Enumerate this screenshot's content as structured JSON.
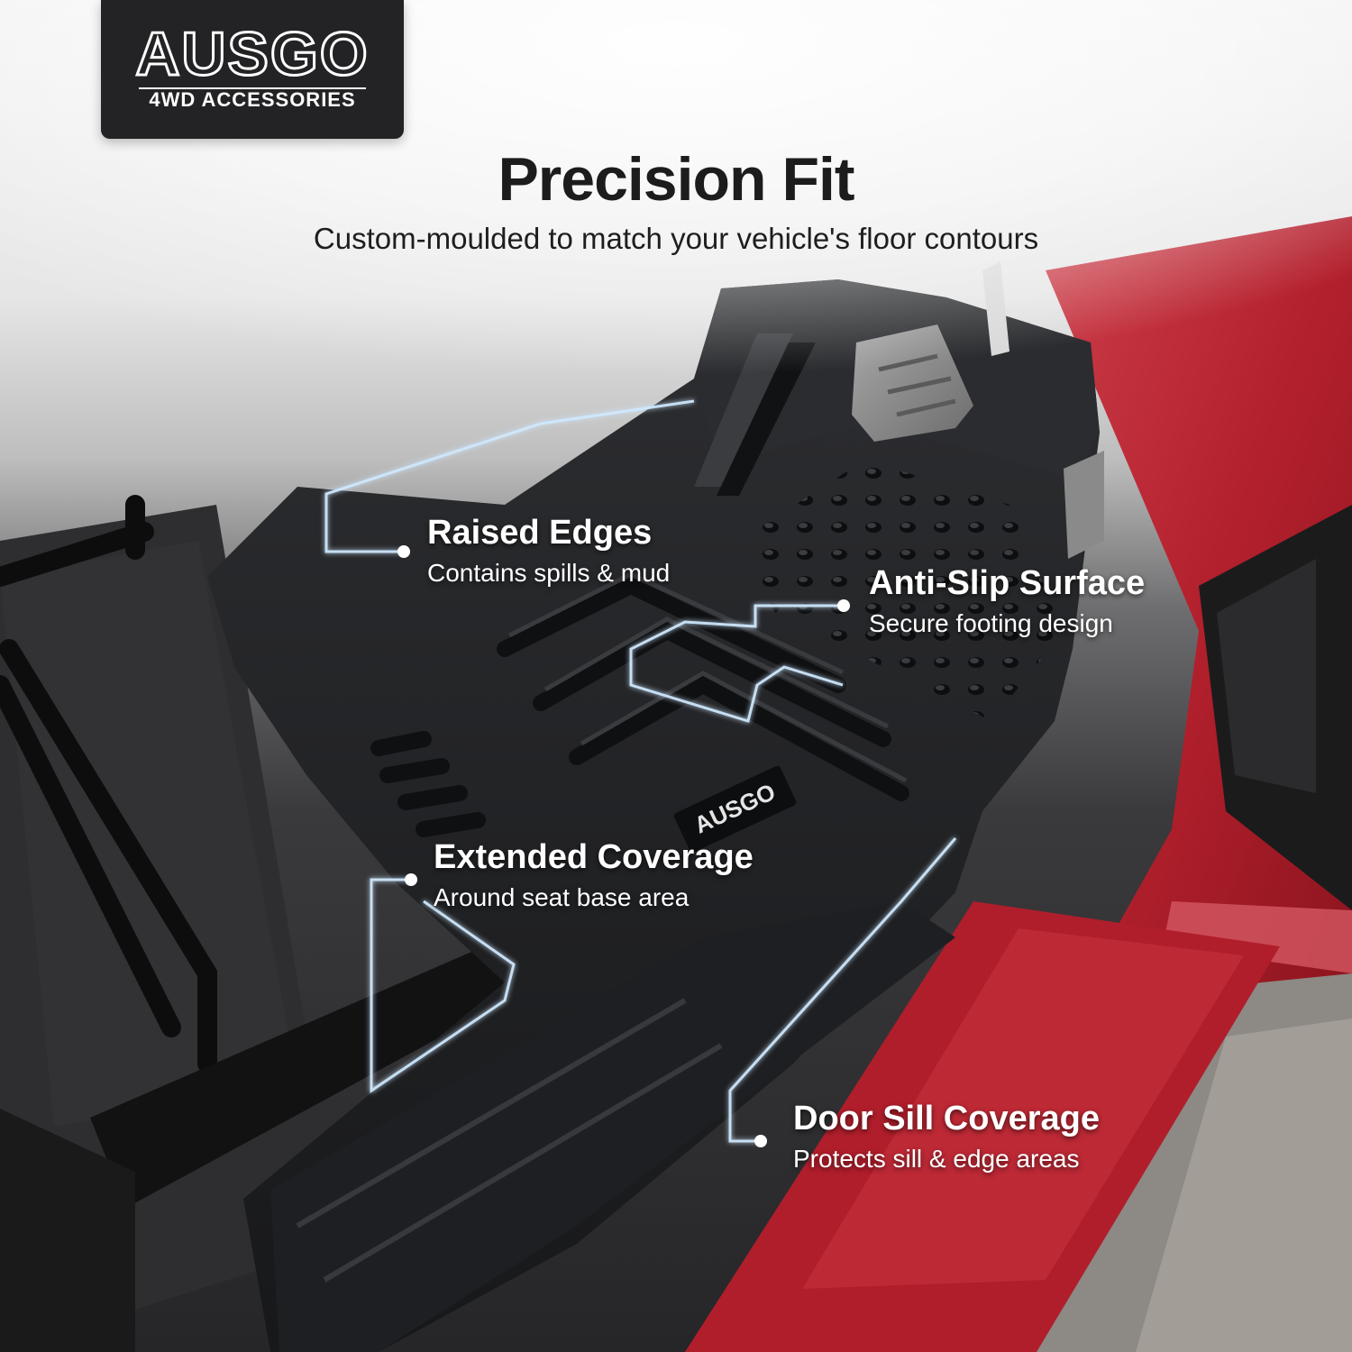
{
  "brand": {
    "logo_word": "AUSGO",
    "logo_sub": "4WD ACCESSORIES"
  },
  "header": {
    "title": "Precision Fit",
    "subtitle": "Custom-moulded to match your vehicle's floor contours"
  },
  "features": [
    {
      "title": "Raised Edges",
      "desc": "Contains spills & mud"
    },
    {
      "title": "Anti-Slip Surface",
      "desc": "Secure footing design"
    },
    {
      "title": "Extended Coverage",
      "desc": "Around seat base area"
    },
    {
      "title": "Door Sill Coverage",
      "desc": "Protects sill & edge areas"
    }
  ],
  "colors": {
    "mat": "#1c1d1f",
    "car_body": "#b3202d",
    "carpet": "#2e2e30",
    "glow_line": "#bfe3ff",
    "logo_bg": "#232325"
  }
}
